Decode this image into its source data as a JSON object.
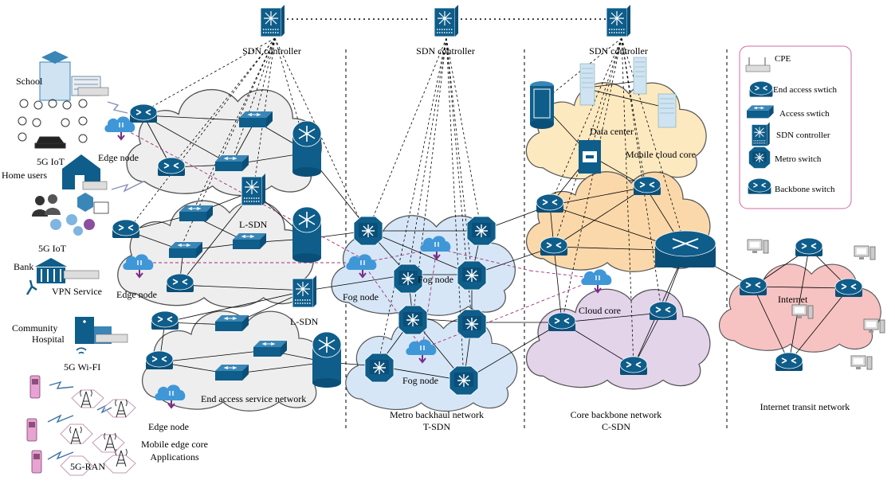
{
  "colors": {
    "device": "#0e5d8a",
    "access_cloud": "#eeeeee",
    "metro_cloud": "#d6e6f7",
    "core_top_cloud": "#fde9c0",
    "core_mid_cloud": "#fbd8aa",
    "core_bottom_cloud": "#e3d4ea",
    "internet_cloud": "#f6c2c2",
    "edge_cloud": "#3f97d8",
    "legend_border": "#d36aa6",
    "dash_pink": "#a0307a"
  },
  "labels": {
    "sdn_controller_1": "SDN controller",
    "sdn_controller_2": "SDN controller",
    "sdn_controller_3": "SDN controller",
    "school": "School",
    "iot_5g_1": "5G IoT",
    "home_users": "Home users",
    "iot_5g_2": "5G IoT",
    "bank": "Bank",
    "vpn_service": "VPN Service",
    "community_hospital_1": "Community",
    "community_hospital_2": "Hospital",
    "wifi_5g": "5G Wi-FI",
    "ran_5g": "5G-RAN",
    "edge_node_1": "Edge node",
    "edge_node_2": "Edge node",
    "edge_node_3": "Edge node",
    "l_sdn_1": "L-SDN",
    "l_sdn_2": "L-SDN",
    "end_access_network": "End access service network",
    "mobile_edge_core_1": "Mobile edge core",
    "mobile_edge_core_2": "Applications",
    "fog_node_1": "Fog node",
    "fog_node_2": "Fog node",
    "fog_node_3": "Fog node",
    "metro_network": "Metro backhaul network",
    "t_sdn": "T-SDN",
    "data_center": "Data center",
    "mobile_cloud_core": "Mobile cloud core",
    "cloud_core": "Cloud core",
    "core_network": "Core backbone network",
    "c_sdn": "C-SDN",
    "internet": "Internet",
    "internet_transit": "Internet transit network"
  },
  "legend": {
    "cpe": "CPE",
    "end_access_switch": "End access swtich",
    "access_switch": "Access swtich",
    "sdn_controller": "SDN controller",
    "metro_switch": "Metro switch",
    "backbone_switch": "Backbone switch"
  }
}
